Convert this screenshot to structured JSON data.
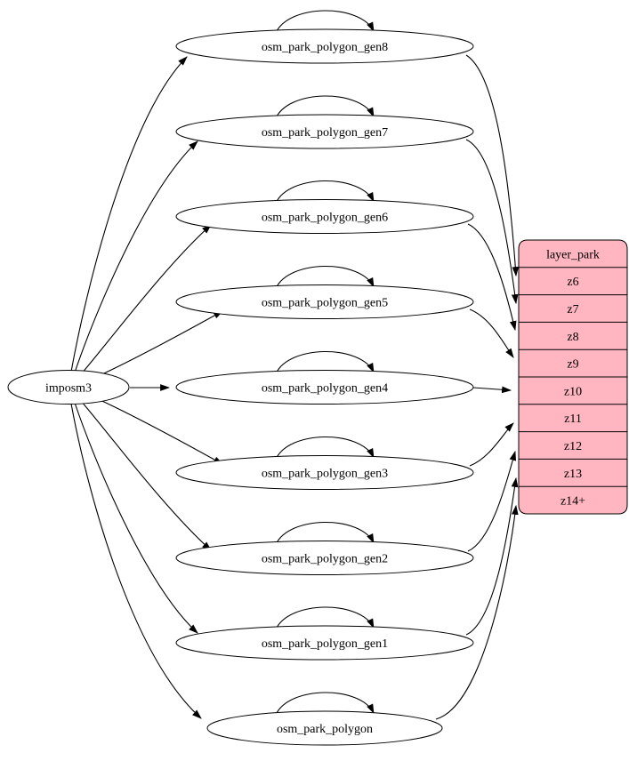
{
  "diagram": {
    "type": "graph",
    "source_node": {
      "label": "imposm3"
    },
    "ellipse_nodes": [
      {
        "label": "osm_park_polygon_gen8",
        "target_row": "z6",
        "self_loop": true
      },
      {
        "label": "osm_park_polygon_gen7",
        "target_row": "z7",
        "self_loop": true
      },
      {
        "label": "osm_park_polygon_gen6",
        "target_row": "z8",
        "self_loop": true
      },
      {
        "label": "osm_park_polygon_gen5",
        "target_row": "z9",
        "self_loop": true
      },
      {
        "label": "osm_park_polygon_gen4",
        "target_row": "z10",
        "self_loop": true
      },
      {
        "label": "osm_park_polygon_gen3",
        "target_row": "z11",
        "self_loop": true
      },
      {
        "label": "osm_park_polygon_gen2",
        "target_row": "z12",
        "self_loop": true
      },
      {
        "label": "osm_park_polygon_gen1",
        "target_row": "z13",
        "self_loop": true
      },
      {
        "label": "osm_park_polygon",
        "target_row": "z14+",
        "self_loop": true
      }
    ],
    "layer_table": {
      "title": "layer_park",
      "rows": [
        "z6",
        "z7",
        "z8",
        "z9",
        "z10",
        "z11",
        "z12",
        "z13",
        "z14+"
      ]
    },
    "colors": {
      "background": "#ffffff",
      "node_fill": "#ffffff",
      "node_stroke": "#000000",
      "edge": "#000000",
      "text": "#000000",
      "table_fill": "#ffb6c1",
      "table_stroke": "#000000"
    }
  }
}
